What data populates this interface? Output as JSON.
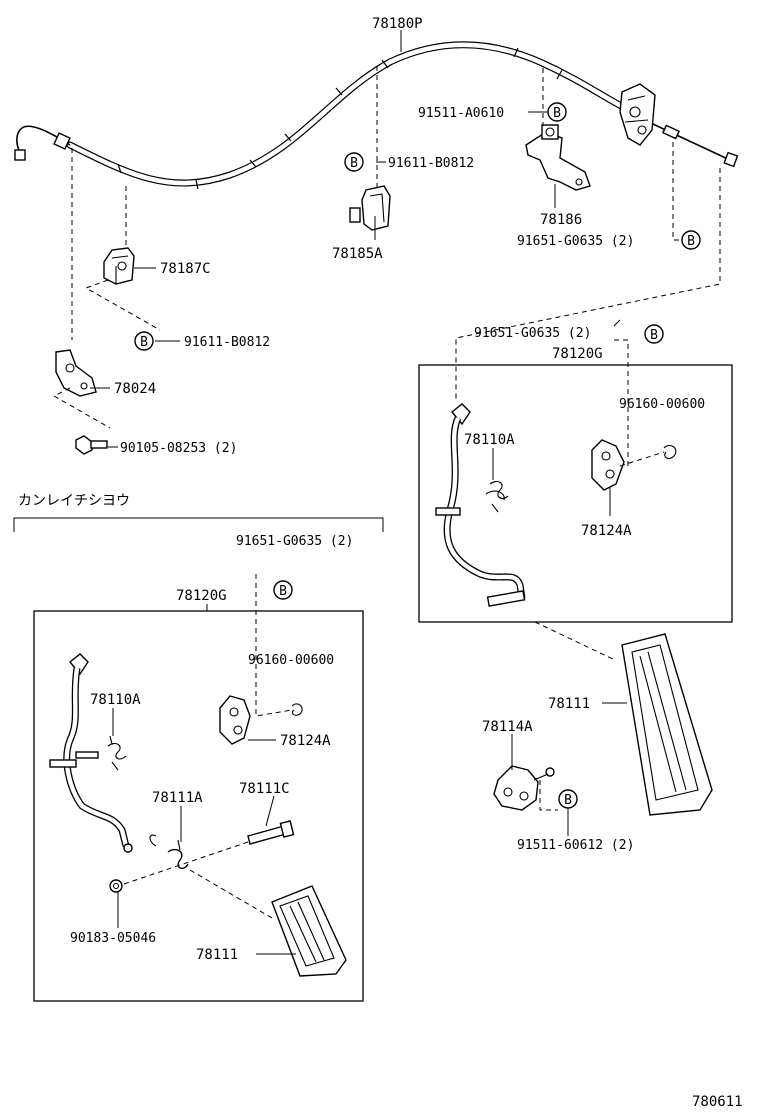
{
  "labels": {
    "p78180P": "78180P",
    "p91511_A0610": "91511-A0610",
    "p91611_B0812_top": "91611-B0812",
    "p78186": "78186",
    "p78185A": "78185A",
    "p91651_G0635_top": "91651-G0635 (2)",
    "p78187C": "78187C",
    "p91611_B0812_left": "91611-B0812",
    "p78024": "78024",
    "p90105_08253": "90105-08253 (2)",
    "p91651_G0635_right": "91651-G0635 (2)",
    "p78120G_right": "78120G",
    "p96160_00600_right": "96160-00600",
    "p78110A_right": "78110A",
    "p78124A_right": "78124A",
    "p78111_right": "78111",
    "p78114A": "78114A",
    "p91511_60612": "91511-60612 (2)",
    "section_title": "カンレイチシヨウ",
    "p91651_G0635_left": "91651-G0635 (2)",
    "p78120G_left": "78120G",
    "p96160_00600_left": "96160-00600",
    "p78110A_left": "78110A",
    "p78124A_left": "78124A",
    "p78111A": "78111A",
    "p78111C": "78111C",
    "p90183_05046": "90183-05046",
    "p78111_left": "78111",
    "diagram_id": "780611"
  },
  "callout_letter": "B"
}
